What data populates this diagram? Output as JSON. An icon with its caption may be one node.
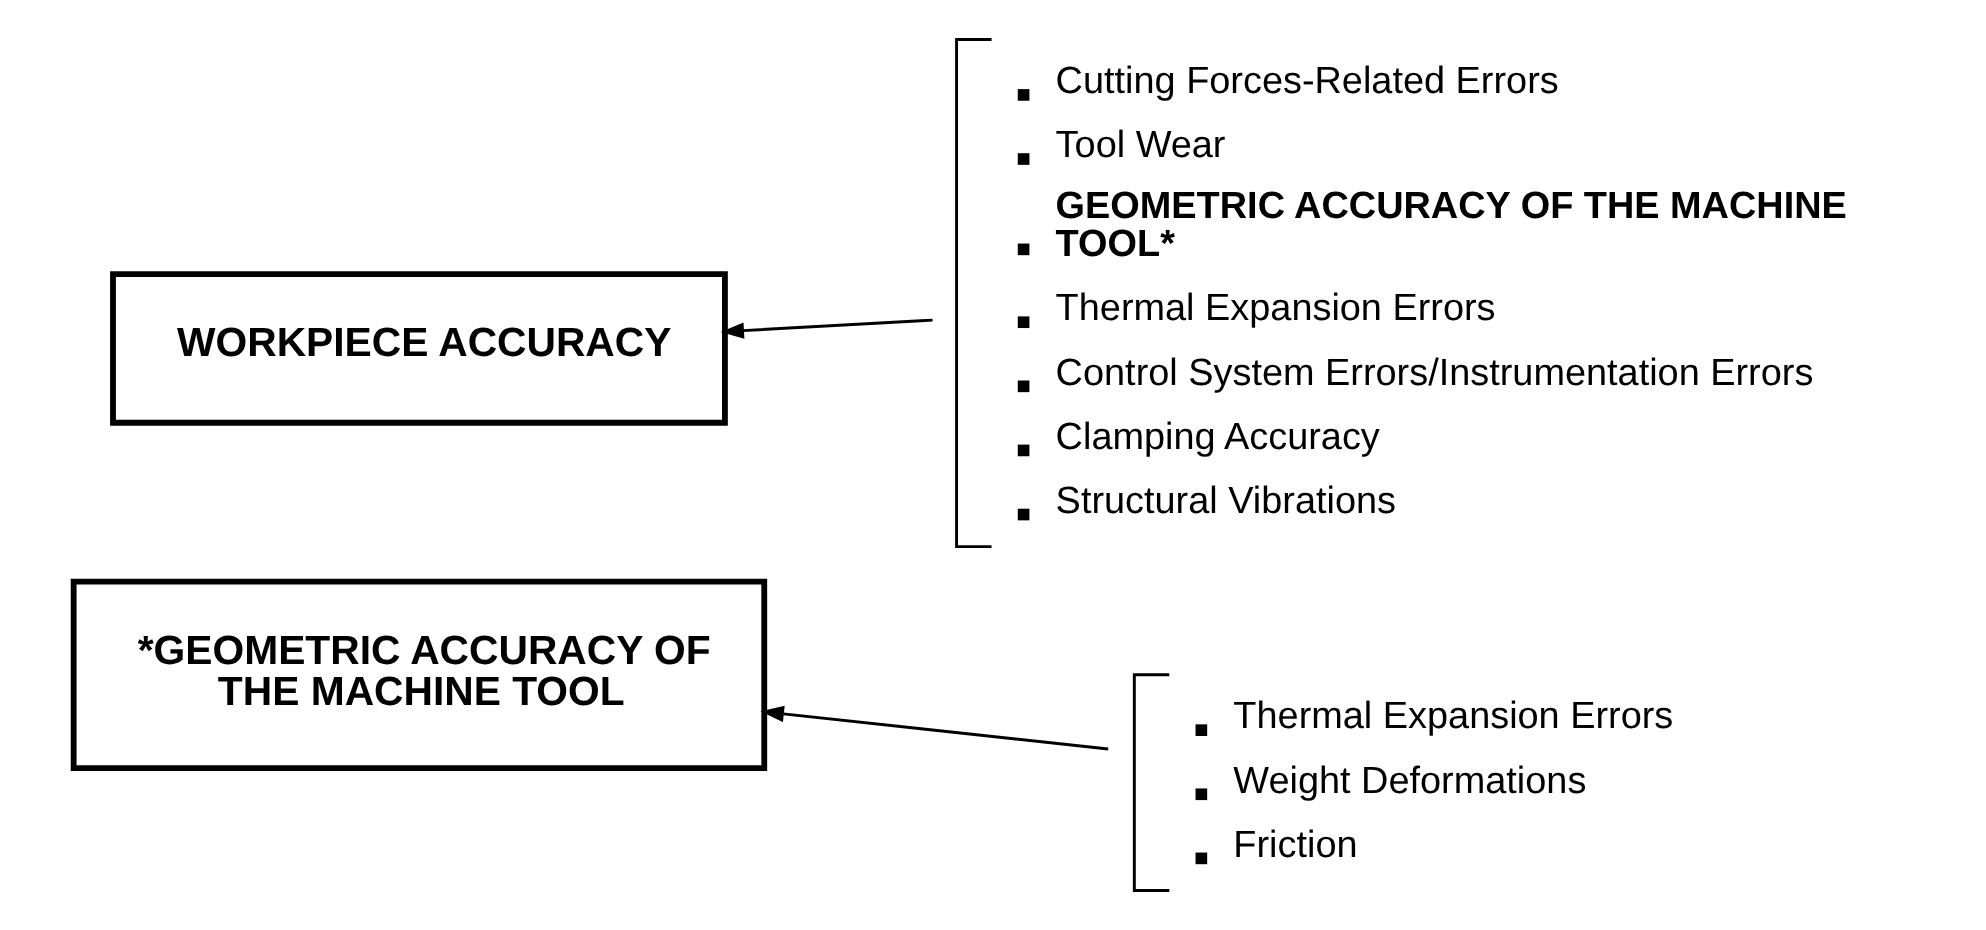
{
  "diagram": {
    "nodes": [
      {
        "text": [
          "WORKPIECE ACCURACY"
        ]
      },
      {
        "text": [
          "Cutting Forces-Related Errors",
          "Tool Wear",
          "GEOMETRIC ACCURACY OF THE MACHINE TOOL*",
          "Thermal Expansion Errors",
          "Control System Errors/Instrumentation Errors",
          "Clamping Accuracy",
          "Structural Vibrations"
        ]
      },
      {
        "text": [
          "*GEOMETRIC ACCURACY OF THE MACHINE TOOL"
        ]
      },
      {
        "text": [
          "Thermal Expansion Errors",
          "Weight Deformations",
          "Friction"
        ]
      }
    ],
    "edges": [
      {
        "from": 1,
        "to": 0,
        "arrow": "to"
      },
      {
        "from": 3,
        "to": 2,
        "arrow": "to"
      }
    ]
  }
}
